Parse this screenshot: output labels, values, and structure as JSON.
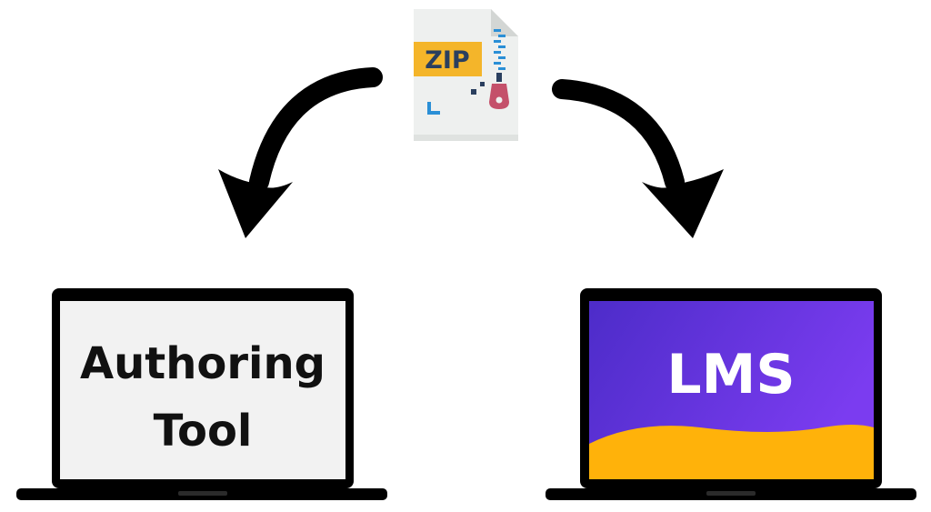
{
  "zip_file": {
    "label": "ZIP",
    "icon": "zip-file-icon",
    "colors": {
      "page": "#eef0ef",
      "fold": "#d3d6d4",
      "label_bg": "#f4b52a",
      "label_text": "#2a3f5f",
      "zipper": "#2a8fd6",
      "pull": "#c4506a"
    }
  },
  "arrows": {
    "left_icon": "curved-arrow-down-left-icon",
    "right_icon": "curved-arrow-down-right-icon",
    "color": "#000000"
  },
  "left_laptop": {
    "icon": "laptop-icon",
    "line1": "Authoring",
    "line2": "Tool",
    "screen_color": "#f2f2f2",
    "text_color": "#111111"
  },
  "right_laptop": {
    "icon": "laptop-icon",
    "label": "LMS",
    "screen_gradient": [
      "#4d2cc9",
      "#7b3cf0"
    ],
    "wave_color": "#ffb20a",
    "text_color": "#ffffff"
  }
}
